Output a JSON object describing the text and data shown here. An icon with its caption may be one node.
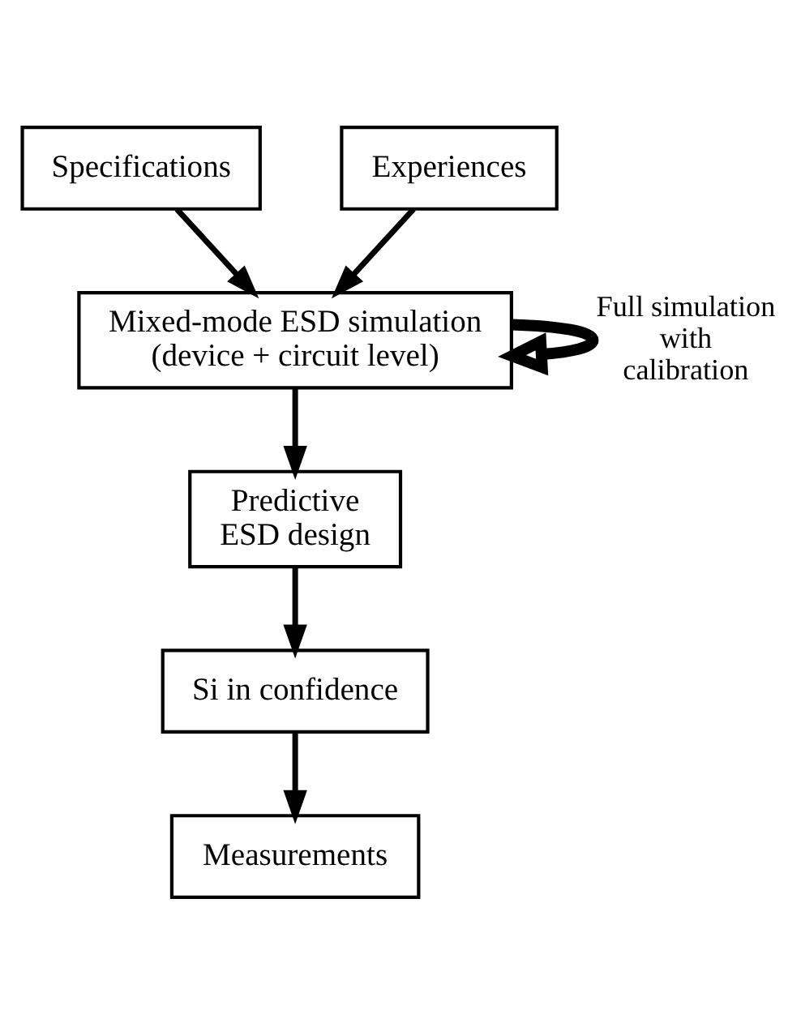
{
  "diagram": {
    "nodes": [
      {
        "text": [
          "Specifications"
        ]
      },
      {
        "text": [
          "Experiences"
        ]
      },
      {
        "text": [
          "Mixed-mode ESD simulation (device + circuit level)"
        ]
      },
      {
        "text": [
          "Predictive ESD design"
        ]
      },
      {
        "text": [
          "Si in confidence"
        ]
      },
      {
        "text": [
          "Measurements"
        ]
      }
    ],
    "edges": [
      {
        "from": 0,
        "to": 2,
        "arrow": "to"
      },
      {
        "from": 1,
        "to": 2,
        "arrow": "to"
      },
      {
        "from": 2,
        "to": 2,
        "arrow": "to",
        "label": "Full simulation with calibration",
        "style": "thick"
      },
      {
        "from": 2,
        "to": 3,
        "arrow": "to"
      },
      {
        "from": 3,
        "to": 4,
        "arrow": "to"
      },
      {
        "from": 4,
        "to": 5,
        "arrow": "to"
      }
    ]
  }
}
